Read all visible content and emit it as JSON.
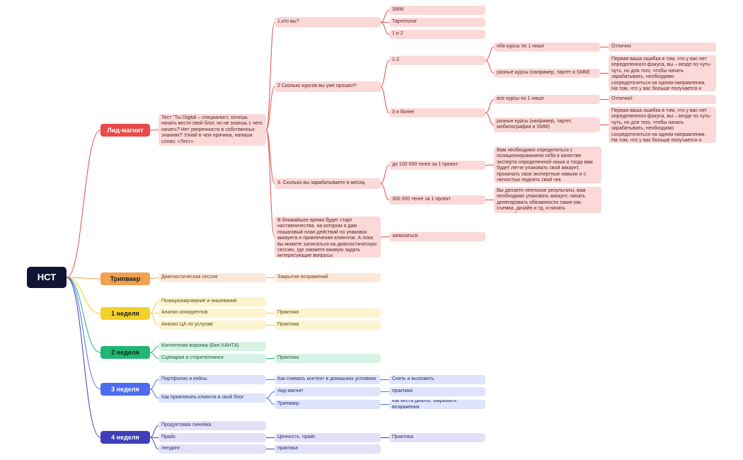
{
  "root": "НСТ",
  "branches": {
    "lead": "Лид-магнит",
    "tripwire": "Трипваер",
    "week1": "1 неделя",
    "week2": "2 неделя",
    "week3": "3 неделя",
    "week4": "4 неделя"
  },
  "lead": {
    "test_text": "Тест \"Ты Digital – специалист, хочешь начать вести свой блог, но не знаешь с чего начать? Нет уверенности в собственных знаниях? Узнай в чем причина, напиши слово: «Тест»",
    "q1": "1.кто вы?",
    "q1_answers": [
      "SMM",
      "Таргетолог",
      "1 и 2"
    ],
    "q2": "2 Сколько курсов вы уже прошел?",
    "q2_a1": "1-2",
    "q2_a1_opts": [
      "оба курсы по 1 нише",
      "разные курсы (например, таргет и SMM)"
    ],
    "q2_a1_results": [
      "Отлично",
      "Первая ваша ошибка в том, что у вас нет определенного фокуса, вы – везде по чуть-чуть, но для того, чтобы начать зарабатывать, необходимо сосредоточиться на одном направлении. На том, что у вас больше получается и приносит удовольствие"
    ],
    "q2_a2": "3 и более",
    "q2_a2_opts": [
      "все курсы по 1 нише",
      "разные курсы (например, таргет, мобилография и SMM)"
    ],
    "q2_a2_results": [
      "Отлично!",
      "Первая ваша ошибка в том, что у вас нет определенного фокуса, вы – везде по чуть-чуть, но для того, чтобы начать зарабатывать, необходимо сосредоточиться на одном направлении. На том, что у вас больше получается и приносит удовольствие"
    ],
    "q3": "3. Сколько вы зарабатываете в месяц",
    "q3_answers": [
      "до 100 000 тенге за 1 проект",
      "300 000 тенге за 1 проект"
    ],
    "q3_results": [
      "Вам необходимо определиться с позиционированием себя в качестве эксперта определенной ниши и тогда вам будет легче упаковать свой аккаунт, прокачать свои экспертные навыки и с легкостью поднять свой чек",
      "Вы делаете неплохие результаты, вам необходимо упаковать аккаунт, начать делегировать обязанности такие как съемка, дизайн и тд. и начать масштабироваться"
    ],
    "final_text": "В ближайшее время будет старт наставничества, на котором я дам пошаговый план действий по упаковки аккаунта и привлечения клиентов. А пока вы можете записаться на диагностическую сессию, где сможете вживую задать интересующие вопросы",
    "signup": "записаться"
  },
  "tripwire": {
    "session": "Диагностическая сессия",
    "objections": "Закрытие возражений"
  },
  "week1": {
    "items": [
      "Позиционирование и нишевание",
      "Анализ конкурентов",
      "Анализ ЦА по услугам"
    ],
    "practice": [
      "Практика",
      "Практика"
    ]
  },
  "week2": {
    "items": [
      "Контентная воронка (Бен ХАНТА)",
      "Сценарии и сторителлинги"
    ],
    "practice": "Практика"
  },
  "week3": {
    "portfolio": "Портфолио и кейсы",
    "shoot": "Как снимать контент в домашних условиях",
    "shoot_sub": "Снять и выложить",
    "attract": "Как привлекать клиента в свой блог",
    "lead": "лид-магнит",
    "lead_sub": "практика",
    "tripwire": "Трипваер",
    "tripwire_sub": "как вести диалог, закрывать возражения"
  },
  "week4": {
    "product": "Продуктовая линейка",
    "price": "Прайс",
    "price_sub": "Ценность, прайс",
    "price_sub2": "Практика",
    "landing": "лендинг",
    "landing_sub": "практика"
  },
  "colors": {
    "root": "#0f1533",
    "red": "#e84a4a",
    "orange": "#f0a050",
    "yellow": "#f2d22a",
    "green": "#22b573",
    "blue": "#4d6cf0",
    "violet": "#3e3fb8"
  }
}
